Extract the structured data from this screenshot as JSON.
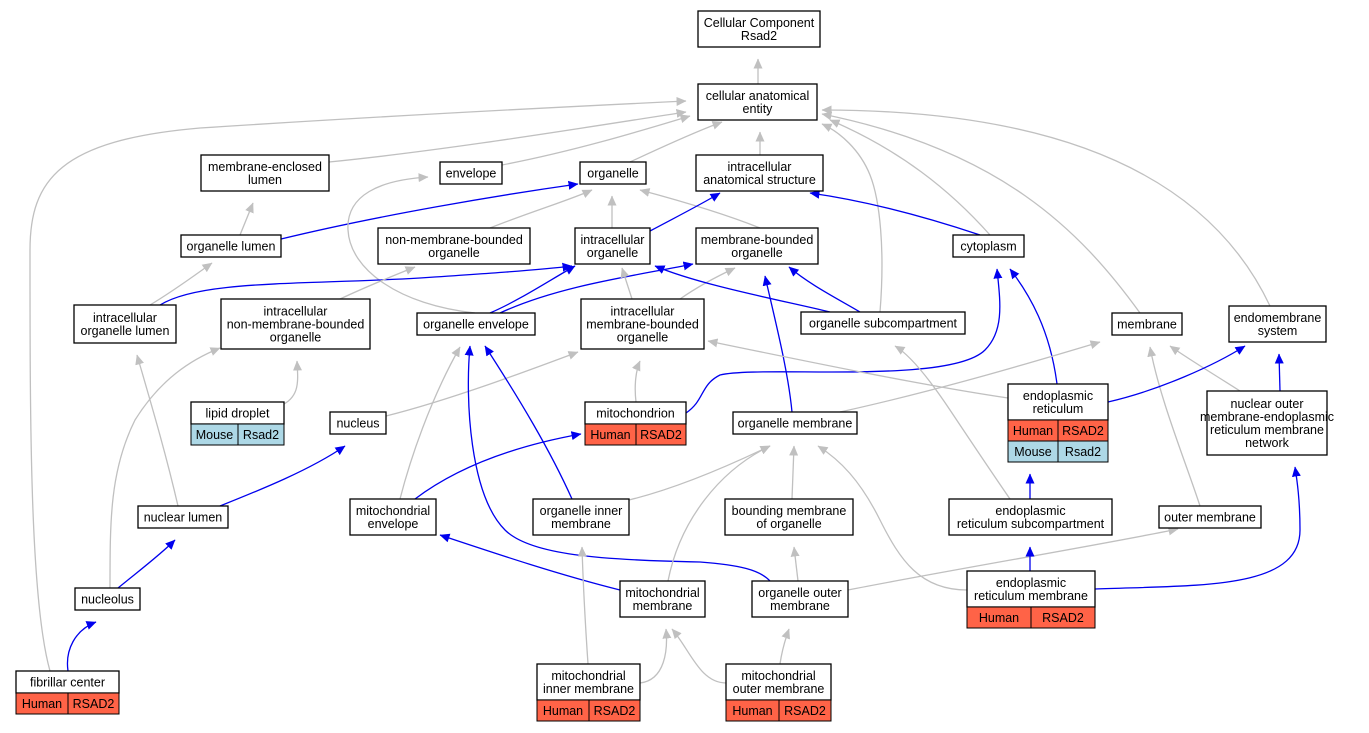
{
  "colors": {
    "gray_edge": "#c0c0c0",
    "blue_edge": "#0000ee",
    "human_tag": "#ff6347",
    "mouse_tag": "#add8e6",
    "node_border": "#000000"
  },
  "graph": {
    "nodes": [
      {
        "id": "cc_rsad2",
        "lines": [
          "Cellular Component",
          "Rsad2"
        ]
      },
      {
        "id": "cellular_anatomical_entity",
        "lines": [
          "cellular anatomical",
          "entity"
        ]
      },
      {
        "id": "membrane_enclosed_lumen",
        "lines": [
          "membrane-enclosed",
          "lumen"
        ]
      },
      {
        "id": "envelope",
        "lines": [
          "envelope"
        ]
      },
      {
        "id": "organelle",
        "lines": [
          "organelle"
        ]
      },
      {
        "id": "intracellular_anatomical_structure",
        "lines": [
          "intracellular",
          "anatomical structure"
        ]
      },
      {
        "id": "organelle_lumen",
        "lines": [
          "organelle lumen"
        ]
      },
      {
        "id": "non_membrane_bounded_organelle",
        "lines": [
          "non-membrane-bounded",
          "organelle"
        ]
      },
      {
        "id": "intracellular_organelle",
        "lines": [
          "intracellular",
          "organelle"
        ]
      },
      {
        "id": "membrane_bounded_organelle",
        "lines": [
          "membrane-bounded",
          "organelle"
        ]
      },
      {
        "id": "cytoplasm",
        "lines": [
          "cytoplasm"
        ]
      },
      {
        "id": "intracellular_organelle_lumen",
        "lines": [
          "intracellular",
          "organelle lumen"
        ]
      },
      {
        "id": "intracellular_non_membrane_bounded_organelle",
        "lines": [
          "intracellular",
          "non-membrane-bounded",
          "organelle"
        ]
      },
      {
        "id": "organelle_envelope",
        "lines": [
          "organelle envelope"
        ]
      },
      {
        "id": "intracellular_membrane_bounded_organelle",
        "lines": [
          "intracellular",
          "membrane-bounded",
          "organelle"
        ]
      },
      {
        "id": "organelle_subcompartment",
        "lines": [
          "organelle subcompartment"
        ]
      },
      {
        "id": "membrane",
        "lines": [
          "membrane"
        ]
      },
      {
        "id": "endomembrane_system",
        "lines": [
          "endomembrane",
          "system"
        ]
      },
      {
        "id": "lipid_droplet",
        "lines": [
          "lipid droplet"
        ],
        "tags": [
          {
            "species": "Mouse",
            "gene": "Rsad2"
          }
        ]
      },
      {
        "id": "nucleus",
        "lines": [
          "nucleus"
        ]
      },
      {
        "id": "mitochondrion",
        "lines": [
          "mitochondrion"
        ],
        "tags": [
          {
            "species": "Human",
            "gene": "RSAD2"
          }
        ]
      },
      {
        "id": "organelle_membrane",
        "lines": [
          "organelle membrane"
        ]
      },
      {
        "id": "endoplasmic_reticulum",
        "lines": [
          "endoplasmic",
          "reticulum"
        ],
        "tags": [
          {
            "species": "Human",
            "gene": "RSAD2"
          },
          {
            "species": "Mouse",
            "gene": "Rsad2"
          }
        ]
      },
      {
        "id": "nuclear_outer_membrane_er_network",
        "lines": [
          "nuclear outer",
          "membrane-endoplasmic",
          "reticulum membrane",
          "network"
        ]
      },
      {
        "id": "nuclear_lumen",
        "lines": [
          "nuclear lumen"
        ]
      },
      {
        "id": "mitochondrial_envelope",
        "lines": [
          "mitochondrial",
          "envelope"
        ]
      },
      {
        "id": "organelle_inner_membrane",
        "lines": [
          "organelle inner",
          "membrane"
        ]
      },
      {
        "id": "bounding_membrane_of_organelle",
        "lines": [
          "bounding membrane",
          "of organelle"
        ]
      },
      {
        "id": "er_subcompartment",
        "lines": [
          "endoplasmic",
          "reticulum subcompartment"
        ]
      },
      {
        "id": "outer_membrane",
        "lines": [
          "outer membrane"
        ]
      },
      {
        "id": "nucleolus",
        "lines": [
          "nucleolus"
        ]
      },
      {
        "id": "mitochondrial_membrane",
        "lines": [
          "mitochondrial",
          "membrane"
        ]
      },
      {
        "id": "organelle_outer_membrane",
        "lines": [
          "organelle outer",
          "membrane"
        ]
      },
      {
        "id": "er_membrane",
        "lines": [
          "endoplasmic",
          "reticulum membrane"
        ],
        "tags": [
          {
            "species": "Human",
            "gene": "RSAD2"
          }
        ]
      },
      {
        "id": "fibrillar_center",
        "lines": [
          "fibrillar center"
        ],
        "tags": [
          {
            "species": "Human",
            "gene": "RSAD2"
          }
        ]
      },
      {
        "id": "mitochondrial_inner_membrane",
        "lines": [
          "mitochondrial",
          "inner membrane"
        ],
        "tags": [
          {
            "species": "Human",
            "gene": "RSAD2"
          }
        ]
      },
      {
        "id": "mitochondrial_outer_membrane",
        "lines": [
          "mitochondrial",
          "outer membrane"
        ],
        "tags": [
          {
            "species": "Human",
            "gene": "RSAD2"
          }
        ]
      }
    ],
    "edges": [
      {
        "from": "cellular_anatomical_entity",
        "to": "cc_rsad2",
        "kind": "gray"
      },
      {
        "from": "fibrillar_center",
        "to": "cellular_anatomical_entity",
        "kind": "gray"
      },
      {
        "from": "membrane_enclosed_lumen",
        "to": "cellular_anatomical_entity",
        "kind": "gray"
      },
      {
        "from": "envelope",
        "to": "cellular_anatomical_entity",
        "kind": "gray"
      },
      {
        "from": "organelle",
        "to": "cellular_anatomical_entity",
        "kind": "gray"
      },
      {
        "from": "intracellular_anatomical_structure",
        "to": "cellular_anatomical_entity",
        "kind": "gray"
      },
      {
        "from": "organelle_subcompartment",
        "to": "cellular_anatomical_entity",
        "kind": "gray"
      },
      {
        "from": "cytoplasm",
        "to": "cellular_anatomical_entity",
        "kind": "gray"
      },
      {
        "from": "membrane",
        "to": "cellular_anatomical_entity",
        "kind": "gray"
      },
      {
        "from": "endomembrane_system",
        "to": "cellular_anatomical_entity",
        "kind": "gray"
      },
      {
        "from": "organelle_lumen",
        "to": "membrane_enclosed_lumen",
        "kind": "gray"
      },
      {
        "from": "organelle_lumen",
        "to": "organelle",
        "kind": "blue"
      },
      {
        "from": "organelle_envelope",
        "to": "envelope",
        "kind": "gray"
      },
      {
        "from": "non_membrane_bounded_organelle",
        "to": "organelle",
        "kind": "gray"
      },
      {
        "from": "intracellular_organelle",
        "to": "organelle",
        "kind": "gray"
      },
      {
        "from": "membrane_bounded_organelle",
        "to": "organelle",
        "kind": "gray"
      },
      {
        "from": "intracellular_organelle",
        "to": "intracellular_anatomical_structure",
        "kind": "blue"
      },
      {
        "from": "cytoplasm",
        "to": "intracellular_anatomical_structure",
        "kind": "blue"
      },
      {
        "from": "intracellular_organelle_lumen",
        "to": "organelle_lumen",
        "kind": "gray"
      },
      {
        "from": "intracellular_organelle_lumen",
        "to": "intracellular_organelle",
        "kind": "blue"
      },
      {
        "from": "intracellular_non_membrane_bounded_organelle",
        "to": "non_membrane_bounded_organelle",
        "kind": "gray"
      },
      {
        "from": "organelle_envelope",
        "to": "intracellular_organelle",
        "kind": "blue"
      },
      {
        "from": "organelle_envelope",
        "to": "membrane_bounded_organelle",
        "kind": "blue"
      },
      {
        "from": "intracellular_membrane_bounded_organelle",
        "to": "intracellular_organelle",
        "kind": "gray"
      },
      {
        "from": "intracellular_membrane_bounded_organelle",
        "to": "membrane_bounded_organelle",
        "kind": "gray"
      },
      {
        "from": "organelle_subcompartment",
        "to": "intracellular_organelle",
        "kind": "blue"
      },
      {
        "from": "organelle_subcompartment",
        "to": "membrane_bounded_organelle",
        "kind": "blue"
      },
      {
        "from": "organelle_membrane",
        "to": "membrane_bounded_organelle",
        "kind": "blue"
      },
      {
        "from": "endoplasmic_reticulum",
        "to": "cytoplasm",
        "kind": "blue"
      },
      {
        "from": "mitochondrion",
        "to": "cytoplasm",
        "kind": "blue"
      },
      {
        "from": "lipid_droplet",
        "to": "intracellular_non_membrane_bounded_organelle",
        "kind": "gray"
      },
      {
        "from": "nucleus",
        "to": "intracellular_membrane_bounded_organelle",
        "kind": "gray"
      },
      {
        "from": "mitochondrion",
        "to": "intracellular_membrane_bounded_organelle",
        "kind": "gray"
      },
      {
        "from": "endoplasmic_reticulum",
        "to": "intracellular_membrane_bounded_organelle",
        "kind": "gray"
      },
      {
        "from": "nuclear_lumen",
        "to": "intracellular_organelle_lumen",
        "kind": "gray"
      },
      {
        "from": "nucleolus",
        "to": "intracellular_non_membrane_bounded_organelle",
        "kind": "gray"
      },
      {
        "from": "mitochondrial_envelope",
        "to": "organelle_envelope",
        "kind": "gray"
      },
      {
        "from": "organelle_inner_membrane",
        "to": "organelle_envelope",
        "kind": "blue"
      },
      {
        "from": "organelle_outer_membrane",
        "to": "organelle_envelope",
        "kind": "blue"
      },
      {
        "from": "er_subcompartment",
        "to": "organelle_subcompartment",
        "kind": "gray"
      },
      {
        "from": "organelle_membrane",
        "to": "membrane",
        "kind": "gray"
      },
      {
        "from": "outer_membrane",
        "to": "membrane",
        "kind": "gray"
      },
      {
        "from": "nuclear_outer_membrane_er_network",
        "to": "membrane",
        "kind": "gray"
      },
      {
        "from": "endoplasmic_reticulum",
        "to": "endomembrane_system",
        "kind": "blue"
      },
      {
        "from": "nuclear_outer_membrane_er_network",
        "to": "endomembrane_system",
        "kind": "blue"
      },
      {
        "from": "nuclear_lumen",
        "to": "nucleus",
        "kind": "blue"
      },
      {
        "from": "mitochondrial_envelope",
        "to": "mitochondrion",
        "kind": "blue"
      },
      {
        "from": "organelle_inner_membrane",
        "to": "organelle_membrane",
        "kind": "gray"
      },
      {
        "from": "bounding_membrane_of_organelle",
        "to": "organelle_membrane",
        "kind": "gray"
      },
      {
        "from": "mitochondrial_membrane",
        "to": "organelle_membrane",
        "kind": "gray"
      },
      {
        "from": "er_membrane",
        "to": "organelle_membrane",
        "kind": "gray"
      },
      {
        "from": "er_subcompartment",
        "to": "endoplasmic_reticulum",
        "kind": "blue"
      },
      {
        "from": "er_membrane",
        "to": "nuclear_outer_membrane_er_network",
        "kind": "blue"
      },
      {
        "from": "nucleolus",
        "to": "nuclear_lumen",
        "kind": "blue"
      },
      {
        "from": "fibrillar_center",
        "to": "nucleolus",
        "kind": "blue"
      },
      {
        "from": "mitochondrial_membrane",
        "to": "mitochondrial_envelope",
        "kind": "blue"
      },
      {
        "from": "organelle_outer_membrane",
        "to": "bounding_membrane_of_organelle",
        "kind": "gray"
      },
      {
        "from": "organelle_outer_membrane",
        "to": "outer_membrane",
        "kind": "gray"
      },
      {
        "from": "er_membrane",
        "to": "er_subcompartment",
        "kind": "blue"
      },
      {
        "from": "mitochondrial_inner_membrane",
        "to": "organelle_inner_membrane",
        "kind": "gray"
      },
      {
        "from": "mitochondrial_inner_membrane",
        "to": "mitochondrial_membrane",
        "kind": "gray"
      },
      {
        "from": "mitochondrial_outer_membrane",
        "to": "mitochondrial_membrane",
        "kind": "gray"
      },
      {
        "from": "mitochondrial_outer_membrane",
        "to": "organelle_outer_membrane",
        "kind": "gray"
      }
    ]
  }
}
